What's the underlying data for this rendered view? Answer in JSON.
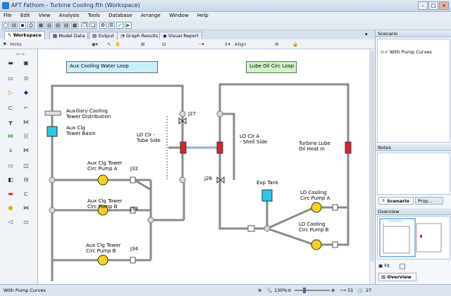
{
  "window": {
    "title": "AFT Fathom - Turbine Cooling.fth (Workspace)"
  },
  "menu": [
    "File",
    "Edit",
    "View",
    "Analysis",
    "Tools",
    "Database",
    "Arrange",
    "Window",
    "Help"
  ],
  "tabs": [
    "Workspace",
    "Model Data",
    "Output",
    "Graph Results",
    "Visual Report"
  ],
  "toolbar2": {
    "hints": "Hints",
    "align": "Align"
  },
  "model": {
    "annotations": {
      "aux_loop": "Aux Cooling Water Loop",
      "lube_loop": "Lube Oil Circ Loop"
    },
    "labels": {
      "aux_tower_dist_1": "Auxiliary Cooling",
      "aux_tower_dist_2": "Tower Distribution",
      "aux_basin_1": "Aux Clg",
      "aux_basin_2": "Tower Basin",
      "pumpA_1": "Aux Clg Tower",
      "pumpA_2": "Circ Pump A",
      "pumpB_1": "Aux Clg Tower",
      "pumpB_2": "Circ Pump B",
      "pumpC_1": "Aux Clg Tower",
      "pumpC_2": "Circ Pump B",
      "j32": "J32",
      "j33": "J33",
      "j34": "J34",
      "j27": "J27",
      "j28": "J28",
      "lo_tube_1": "LO Clr -",
      "lo_tube_2": "Tube Side",
      "lo_shell_1": "LO Clr A",
      "lo_shell_2": "- Shell Side",
      "exp_tank": "Exp Tank",
      "lube_heat_1": "Turbine Lube",
      "lube_heat_2": "Oil Heat In",
      "lo_pumpA_1": "LO Cooling",
      "lo_pumpA_2": "Circ Pump A",
      "lo_pumpB_1": "LO Cooling",
      "lo_pumpB_2": "Circ Pump B"
    }
  },
  "panels": {
    "scenario": "Scenario",
    "scenario_item": "With Pump Curves",
    "notes": "Notes",
    "tab_scenario": "Scenario",
    "tab_prop": "Prop...",
    "overview": "Overview",
    "fit": "Fit",
    "overview_tab": "Overview"
  },
  "status": {
    "scenario": "With Pump Curves",
    "zoom": "130%",
    "pipes": "31",
    "junctions": "27"
  },
  "colors": {
    "pipe": "#8a8a8a",
    "pump": "#f2d21a",
    "tank": "#27c9e6",
    "hx": "#d6262a",
    "note_blue": "#c8f0fb",
    "note_green": "#cdf5c6"
  }
}
